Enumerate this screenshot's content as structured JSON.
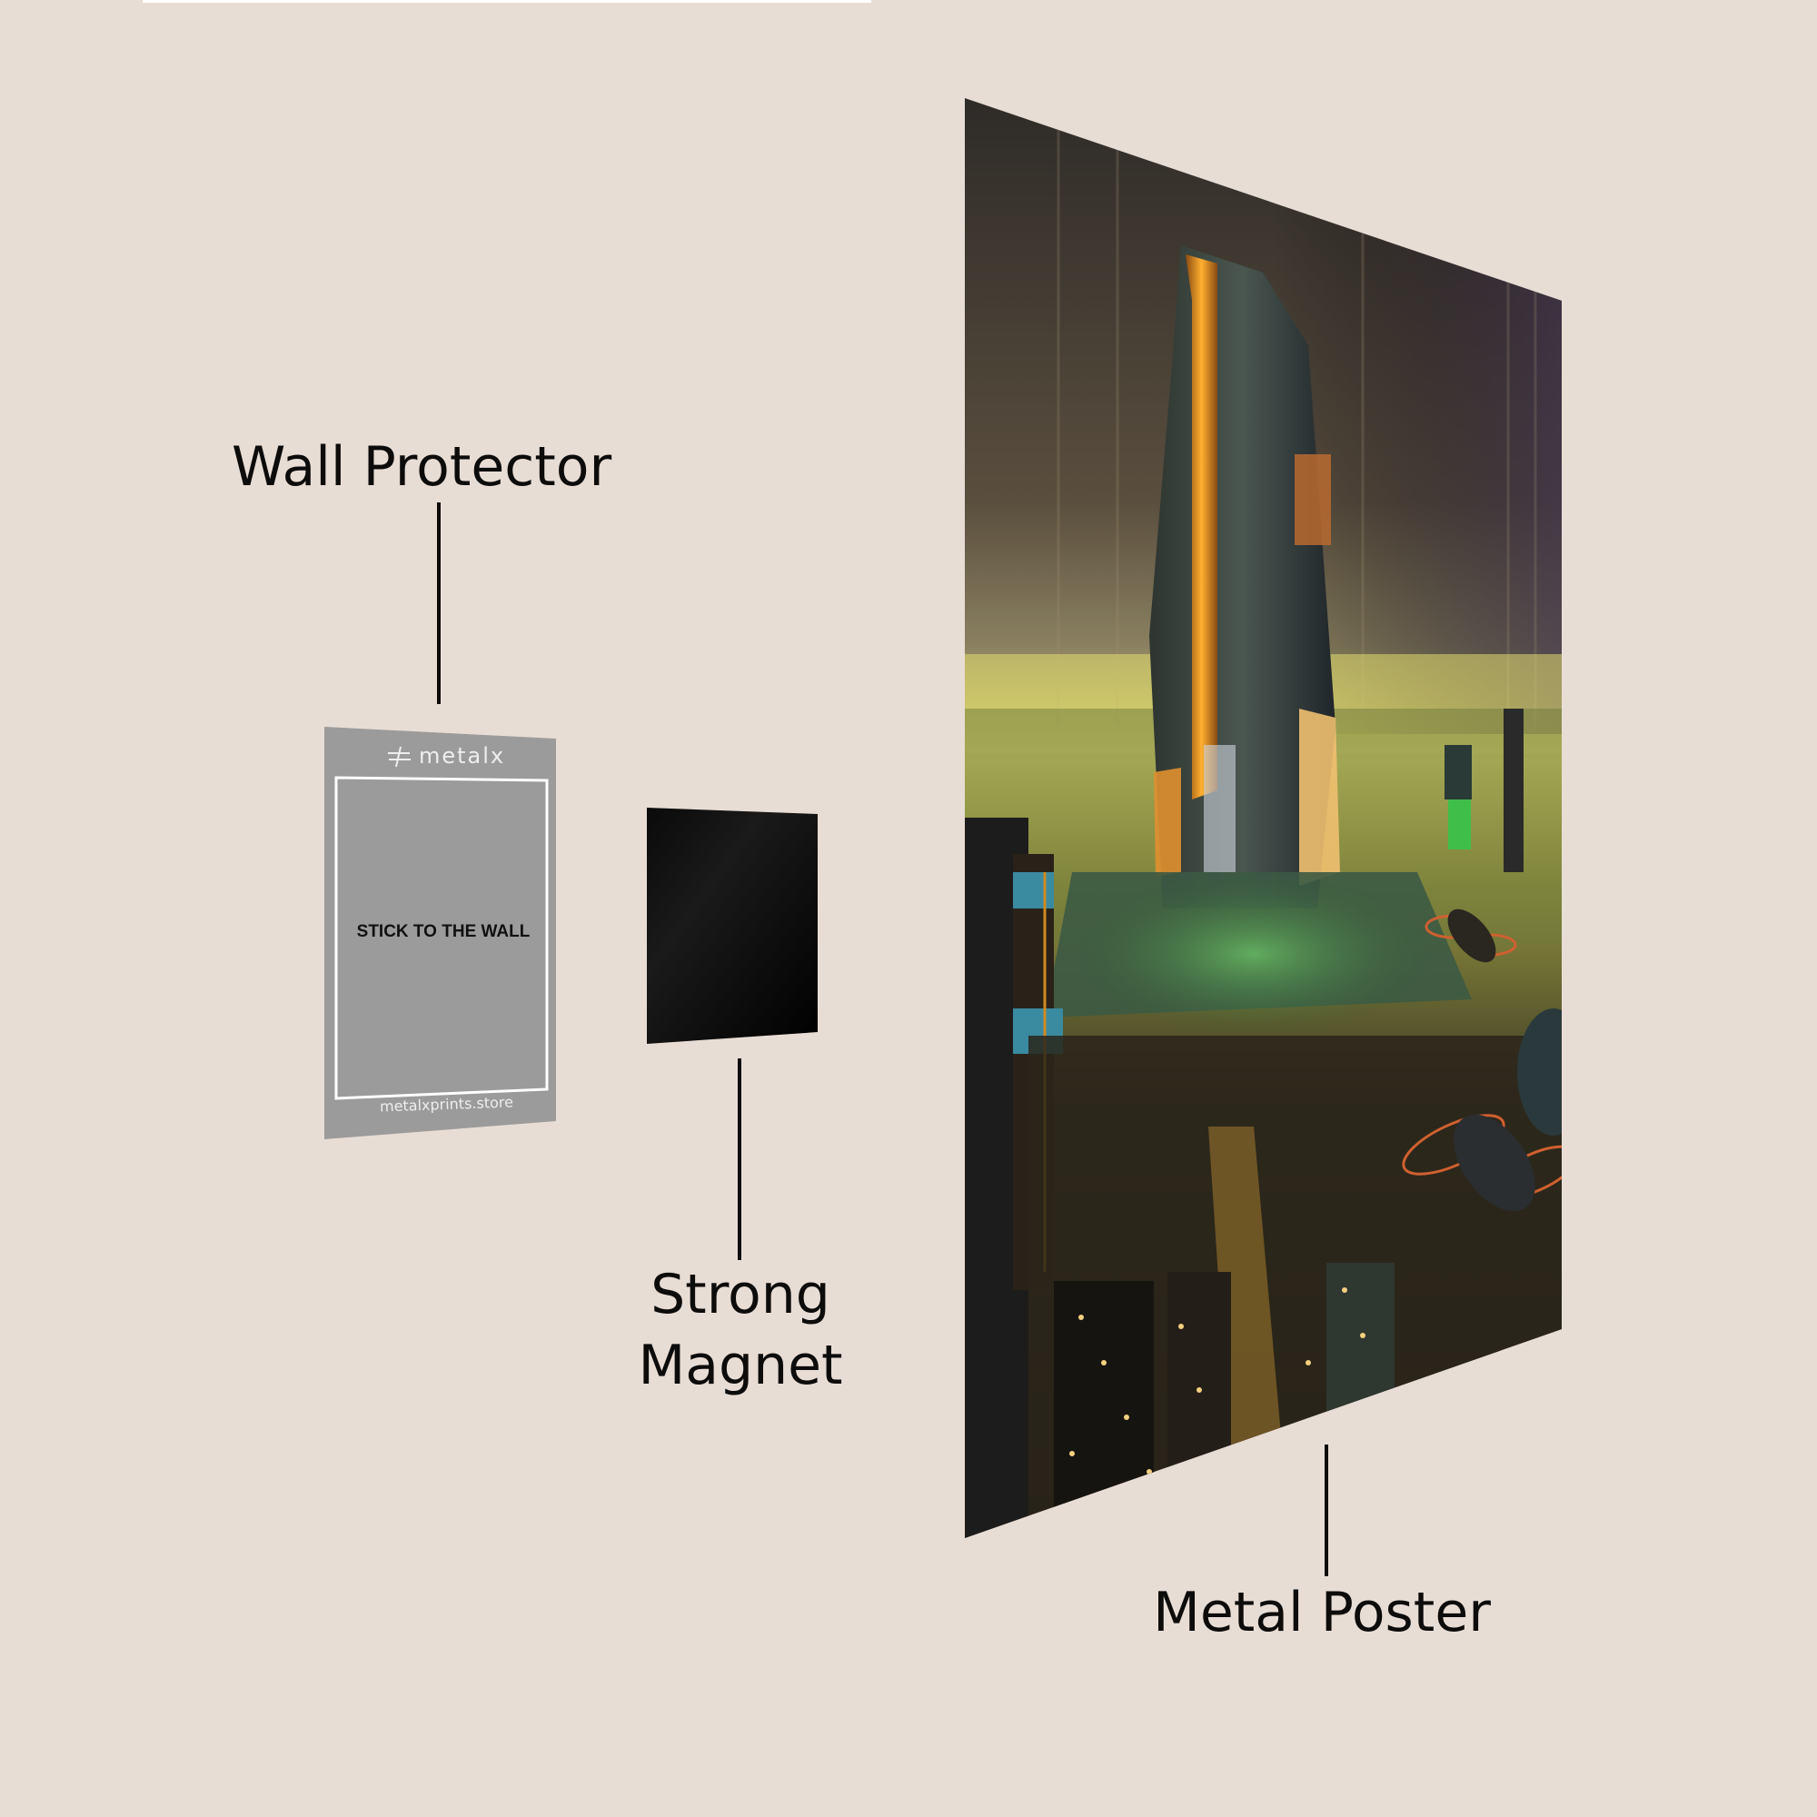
{
  "labels": {
    "wall_protector": "Wall Protector",
    "strong_magnet_line1": "Strong",
    "strong_magnet_line2": "Magnet",
    "metal_poster": "Metal Poster"
  },
  "wall_protector_card": {
    "brand": "metalx",
    "instruction": "STICK TO THE WALL",
    "website": "metalxprints.store"
  },
  "colors": {
    "background": "#e8ddd5",
    "protector_fill": "#9b9b9b",
    "protector_border": "#ffffff",
    "magnet_fill": "#050505",
    "text": "#0c0c0c",
    "poster_sky_top": "#3a3530",
    "poster_glow_orange": "#f29a1c",
    "poster_city_yellow": "#c9c25a",
    "poster_green": "#3fae4a"
  }
}
